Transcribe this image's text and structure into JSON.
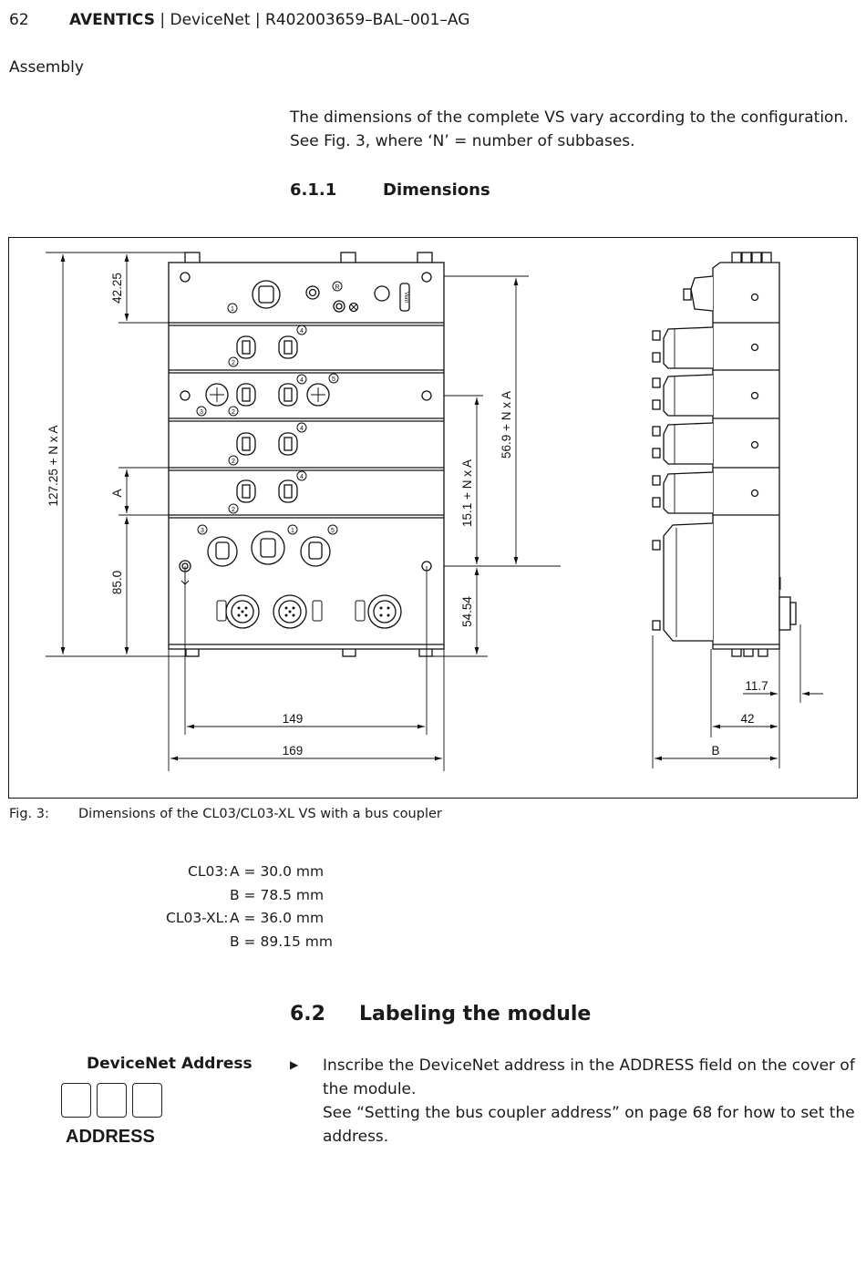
{
  "header": {
    "page_number": "62",
    "brand": "AVENTICS",
    "rest": " | DeviceNet | R402003659–BAL–001–AG"
  },
  "section_label": "Assembly",
  "intro": {
    "line1": "The dimensions of the complete VS vary according to the configuration.",
    "line2": "See Fig. 3, where ‘N’ = number of subbases."
  },
  "subsection": {
    "number": "6.1.1",
    "title": "Dimensions"
  },
  "figure": {
    "dimensions": {
      "top_height": "42.25",
      "overall_height": "127.25 + N x A",
      "module_height": "A",
      "base_height": "85.0",
      "upper_span": "56.9 + N x A",
      "mid_span": "15.1 + N x A",
      "lower_span": "54.54",
      "hole_spacing": "149",
      "width": "169",
      "side_offset": "11.7",
      "side_width": "42",
      "depth": "B"
    },
    "marks": {
      "n1": "1",
      "n2": "2",
      "n3": "3",
      "n4": "4",
      "n5": "5",
      "r": "R",
      "vent": "Vent"
    }
  },
  "caption": {
    "label": "Fig. 3:",
    "text": "Dimensions of the CL03/CL03-XL VS with a bus coupler"
  },
  "dims_table": [
    {
      "key": "CL03:",
      "value": "A = 30.0 mm"
    },
    {
      "key": "",
      "value": "B = 78.5 mm"
    },
    {
      "key": "CL03-XL:",
      "value": "A = 36.0 mm"
    },
    {
      "key": "",
      "value": "B = 89.15 mm"
    }
  ],
  "labeling": {
    "number": "6.2",
    "title": "Labeling the module",
    "box_title": "DeviceNet Address",
    "box_label": "ADDRESS",
    "bullet": "▶",
    "text_line1": "Inscribe the DeviceNet address in the ADDRESS field on the cover of the module.",
    "text_line2": "See “Setting the bus coupler address” on page 68 for how to set the address."
  }
}
